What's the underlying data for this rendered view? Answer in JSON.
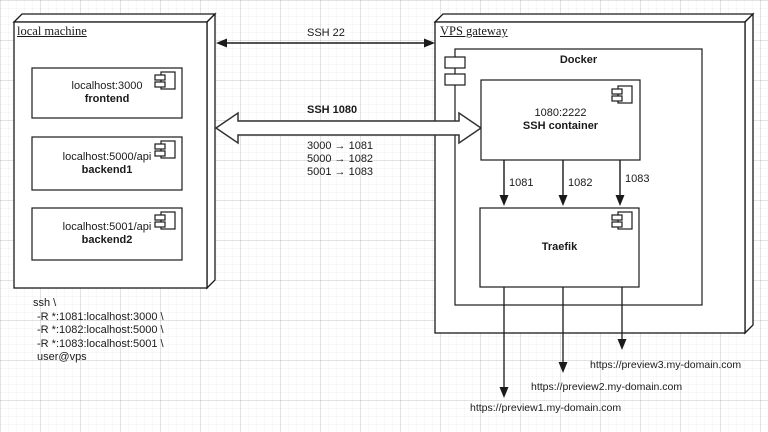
{
  "local_machine": {
    "title": "local machine",
    "components": [
      {
        "line1": "localhost:3000",
        "line2": "frontend"
      },
      {
        "line1": "localhost:5000/api",
        "line2": "backend1"
      },
      {
        "line1": "localhost:5001/api",
        "line2": "backend2"
      }
    ]
  },
  "vps_gateway": {
    "title": "VPS gateway",
    "docker": {
      "label": "Docker",
      "ssh_container": {
        "line1": "1080:2222",
        "line2": "SSH container"
      },
      "traefik_label": "Traefik",
      "port_labels": [
        "1081",
        "1082",
        "1083"
      ]
    }
  },
  "connections": {
    "ssh22_label": "SSH 22",
    "ssh1080_label": "SSH 1080",
    "port_mappings": [
      "3000 → 1081",
      "5000 → 1082",
      "5001 → 1083"
    ]
  },
  "ssh_command": {
    "lines": [
      "ssh \\",
      "-R *:1081:localhost:3000 \\",
      "-R *:1082:localhost:5000 \\",
      "-R *:1083:localhost:5001 \\",
      "user@vps"
    ]
  },
  "urls": [
    "https://preview1.my-domain.com",
    "https://preview2.my-domain.com",
    "https://preview3.my-domain.com"
  ],
  "colors": {
    "stroke": "#1a1a1a",
    "background": "#ffffff",
    "grid_major": "#e9e9e9",
    "grid_minor": "#f7f7f7"
  }
}
